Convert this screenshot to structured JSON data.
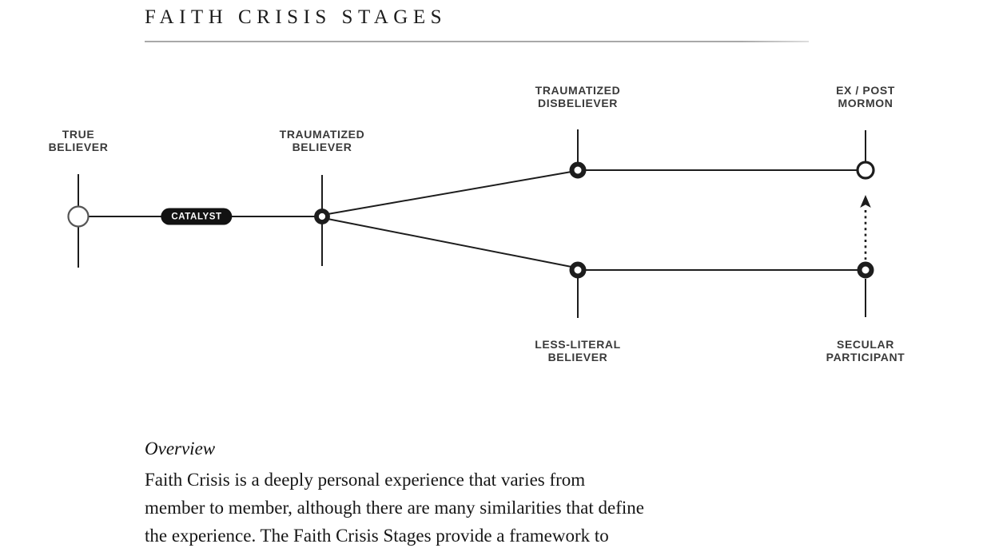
{
  "title": "FAITH CRISIS STAGES",
  "diagram": {
    "catalyst_label": "CATALYST",
    "nodes": [
      {
        "id": "true-believer",
        "line1": "TRUE",
        "line2": "BELIEVER"
      },
      {
        "id": "traumatized-believer",
        "line1": "TRAUMATIZED",
        "line2": "BELIEVER"
      },
      {
        "id": "traumatized-disbeliever",
        "line1": "TRAUMATIZED",
        "line2": "DISBELIEVER"
      },
      {
        "id": "ex-post-mormon",
        "line1": "EX / POST",
        "line2": "MORMON"
      },
      {
        "id": "less-literal-believer",
        "line1": "LESS-LITERAL",
        "line2": "BELIEVER"
      },
      {
        "id": "secular-participant",
        "line1": "SECULAR",
        "line2": "PARTICIPANT"
      }
    ],
    "colors": {
      "line": "#1d1d1d",
      "label": "#3a3a3a",
      "open_node_ring": "#555555",
      "pill_bg": "#121212",
      "pill_text": "#ffffff"
    }
  },
  "overview": {
    "heading": "Overview",
    "lines": [
      "Faith Crisis is a deeply personal experience that varies from",
      "member to member, although there are many similarities that define",
      "the experience. The Faith Crisis Stages provide a framework to"
    ]
  }
}
